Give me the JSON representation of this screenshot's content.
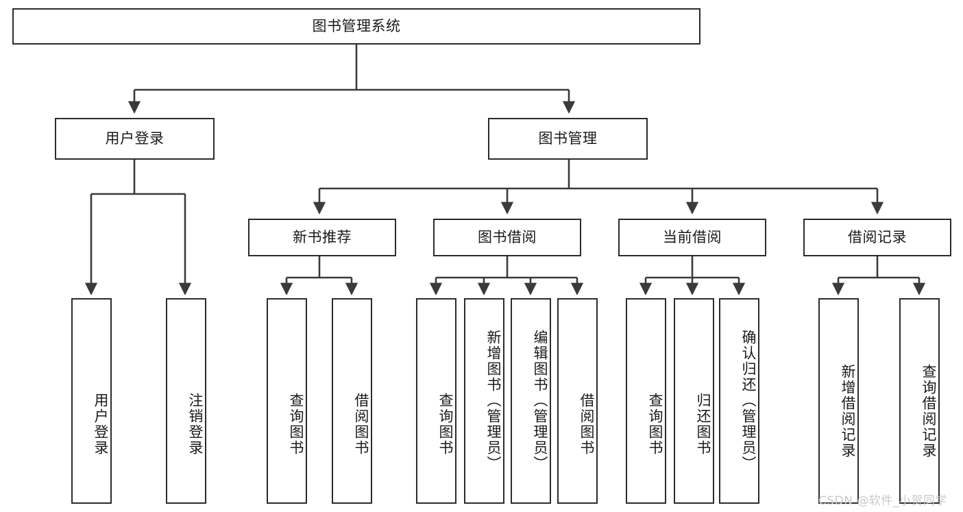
{
  "diagram": {
    "type": "hierarchy-tree",
    "title": "图书管理系统",
    "watermark": "CSDN @软件_小贺同学",
    "colors": {
      "box_border": "#2b2b2b",
      "box_fill": "#ffffff",
      "connector": "#3a3a3a",
      "text": "#1a1a1a",
      "watermark": "#c9c9c9",
      "background": "#ffffff"
    },
    "nodes": {
      "root": {
        "label": "图书管理系统"
      },
      "level1": [
        {
          "label": "用户登录"
        },
        {
          "label": "图书管理"
        }
      ],
      "level2": [
        {
          "label": "新书推荐"
        },
        {
          "label": "图书借阅"
        },
        {
          "label": "当前借阅"
        },
        {
          "label": "借阅记录"
        }
      ],
      "leaves_user_login": [
        {
          "label": "用户登录"
        },
        {
          "label": "注销登录"
        }
      ],
      "leaves_new_book": [
        {
          "label": "查询图书"
        },
        {
          "label": "借阅图书"
        }
      ],
      "leaves_borrow": [
        {
          "label": "查询图书"
        },
        {
          "label": "新增图书（管理员）"
        },
        {
          "label": "编辑图书（管理员）"
        },
        {
          "label": "借阅图书"
        }
      ],
      "leaves_current": [
        {
          "label": "查询图书"
        },
        {
          "label": "归还图书"
        },
        {
          "label": "确认归还（管理员）"
        }
      ],
      "leaves_record": [
        {
          "label": "新增借阅记录"
        },
        {
          "label": "查询借阅记录"
        }
      ]
    }
  }
}
